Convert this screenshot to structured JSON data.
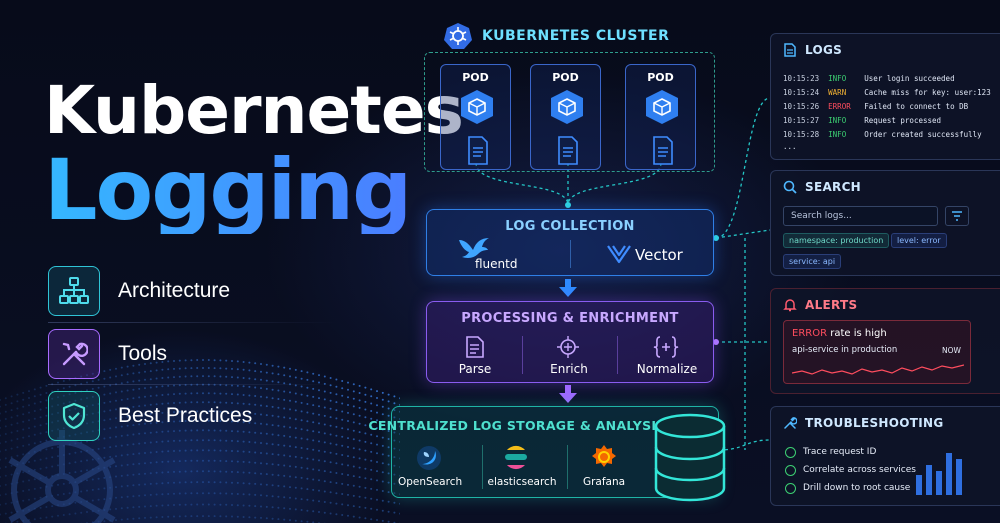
{
  "title": {
    "line1": "Kubernetes",
    "line2": "Logging"
  },
  "features": [
    {
      "label": "Architecture",
      "icon": "architecture-icon",
      "color": "#2fc4d6"
    },
    {
      "label": "Tools",
      "icon": "tools-icon",
      "color": "#a86bff"
    },
    {
      "label": "Best Practices",
      "icon": "shield-check-icon",
      "color": "#2fd1c0"
    }
  ],
  "cluster": {
    "title": "KUBERNETES CLUSTER",
    "pods": [
      "POD",
      "POD",
      "POD"
    ]
  },
  "collection": {
    "title": "LOG COLLECTION",
    "tools": [
      "fluentd",
      "Vector"
    ]
  },
  "processing": {
    "title": "PROCESSING & ENRICHMENT",
    "steps": [
      "Parse",
      "Enrich",
      "Normalize"
    ]
  },
  "storage": {
    "title": "CENTRALIZED LOG STORAGE & ANALYSIS",
    "tools": [
      "OpenSearch",
      "elasticsearch",
      "Grafana"
    ]
  },
  "logs": {
    "title": "LOGS",
    "lines": [
      {
        "time": "10:15:23",
        "level": "INFO",
        "msg": "User login succeeded"
      },
      {
        "time": "10:15:24",
        "level": "WARN",
        "msg": "Cache miss for key: user:123"
      },
      {
        "time": "10:15:26",
        "level": "ERROR",
        "msg": "Failed to connect to DB"
      },
      {
        "time": "10:15:27",
        "level": "INFO",
        "msg": "Request processed"
      },
      {
        "time": "10:15:28",
        "level": "INFO",
        "msg": "Order created successfully"
      }
    ],
    "more": "..."
  },
  "search": {
    "title": "SEARCH",
    "placeholder": "Search logs...",
    "tags": [
      "namespace: production",
      "level: error",
      "service: api"
    ]
  },
  "alerts": {
    "title": "ALERTS",
    "level": "ERROR",
    "text": "rate is high",
    "sub": "api-service in production",
    "when": "NOW"
  },
  "troubleshooting": {
    "title": "TROUBLESHOOTING",
    "items": [
      "Trace request ID",
      "Correlate across services",
      "Drill down to root cause"
    ]
  },
  "colors": {
    "info": "#3ccf72",
    "warn": "#f2b233",
    "error": "#ff4d5e",
    "accent": "#35b8ff"
  }
}
